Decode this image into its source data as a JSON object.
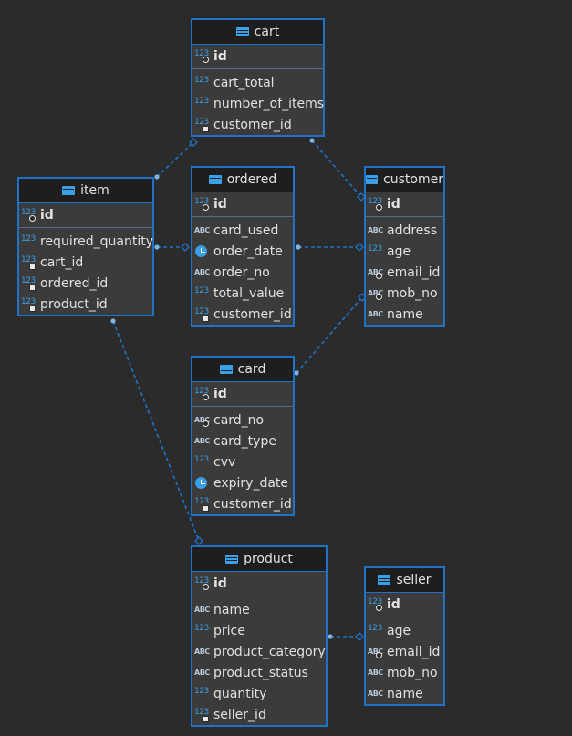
{
  "entities": {
    "cart": {
      "name": "cart",
      "pk": "id",
      "columns": [
        {
          "name": "cart_total",
          "type": "number"
        },
        {
          "name": "number_of_items",
          "type": "number"
        },
        {
          "name": "customer_id",
          "type": "number",
          "fk": true
        }
      ]
    },
    "item": {
      "name": "item",
      "pk": "id",
      "columns": [
        {
          "name": "required_quantity",
          "type": "number"
        },
        {
          "name": "cart_id",
          "type": "number",
          "fk": true
        },
        {
          "name": "ordered_id",
          "type": "number",
          "fk": true
        },
        {
          "name": "product_id",
          "type": "number",
          "fk": true
        }
      ]
    },
    "ordered": {
      "name": "ordered",
      "pk": "id",
      "columns": [
        {
          "name": "card_used",
          "type": "text"
        },
        {
          "name": "order_date",
          "type": "date"
        },
        {
          "name": "order_no",
          "type": "text"
        },
        {
          "name": "total_value",
          "type": "number"
        },
        {
          "name": "customer_id",
          "type": "number",
          "fk": true
        }
      ]
    },
    "customer": {
      "name": "customer",
      "pk": "id",
      "columns": [
        {
          "name": "address",
          "type": "text"
        },
        {
          "name": "age",
          "type": "number"
        },
        {
          "name": "email_id",
          "type": "text",
          "key": true
        },
        {
          "name": "mob_no",
          "type": "text",
          "key": true
        },
        {
          "name": "name",
          "type": "text"
        }
      ]
    },
    "card": {
      "name": "card",
      "pk": "id",
      "columns": [
        {
          "name": "card_no",
          "type": "text",
          "key": true
        },
        {
          "name": "card_type",
          "type": "text"
        },
        {
          "name": "cvv",
          "type": "number"
        },
        {
          "name": "expiry_date",
          "type": "date"
        },
        {
          "name": "customer_id",
          "type": "number",
          "fk": true
        }
      ]
    },
    "product": {
      "name": "product",
      "pk": "id",
      "columns": [
        {
          "name": "name",
          "type": "text"
        },
        {
          "name": "price",
          "type": "number"
        },
        {
          "name": "product_category",
          "type": "text"
        },
        {
          "name": "product_status",
          "type": "text"
        },
        {
          "name": "quantity",
          "type": "number"
        },
        {
          "name": "seller_id",
          "type": "number",
          "fk": true
        }
      ]
    },
    "seller": {
      "name": "seller",
      "pk": "id",
      "columns": [
        {
          "name": "age",
          "type": "number"
        },
        {
          "name": "email_id",
          "type": "text",
          "key": true
        },
        {
          "name": "mob_no",
          "type": "text"
        },
        {
          "name": "name",
          "type": "text"
        }
      ]
    }
  },
  "relationships": [
    {
      "from": "item.cart_id",
      "to": "cart.id"
    },
    {
      "from": "cart.customer_id",
      "to": "customer.id"
    },
    {
      "from": "item.ordered_id",
      "to": "ordered.id"
    },
    {
      "from": "ordered.customer_id",
      "to": "customer.id"
    },
    {
      "from": "card.customer_id",
      "to": "customer.id"
    },
    {
      "from": "item.product_id",
      "to": "product.id"
    },
    {
      "from": "product.seller_id",
      "to": "seller.id"
    }
  ],
  "colors": {
    "background": "#2b2b2b",
    "entity_border": "#1f73c7",
    "header_bg": "#1e1e1e",
    "body_bg": "#3b3b3b",
    "link": "#1f73c7",
    "text": "#e2e2e2"
  }
}
